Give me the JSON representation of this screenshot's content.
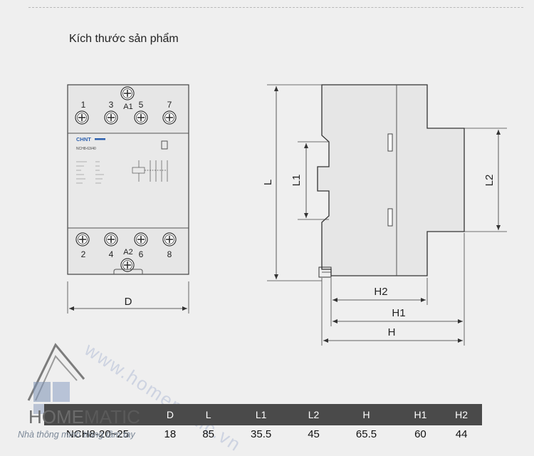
{
  "title": "Kích thước sản phẩm",
  "front_view": {
    "brand": "CHNT",
    "model": "NCH8-63/40",
    "top_terminals": [
      "1",
      "3",
      "5",
      "7"
    ],
    "bottom_terminals": [
      "2",
      "4",
      "6",
      "8"
    ],
    "coil_top": "A1",
    "coil_bottom": "A2",
    "width_dim": "D"
  },
  "side_view": {
    "dims": [
      "L",
      "L1",
      "L2",
      "H2",
      "H1",
      "H"
    ]
  },
  "brand": {
    "name_left": "HOME",
    "name_right": "MATIC",
    "tagline": "Nhà thông minh trong tầm tay",
    "watermark": "www.homematic.vn"
  },
  "spec_table": {
    "headers": [
      "D",
      "L",
      "L1",
      "L2",
      "H",
      "H1",
      "H2"
    ],
    "rows": [
      {
        "model": "NCH8-20~25",
        "values": [
          "18",
          "85",
          "35.5",
          "45",
          "65.5",
          "60",
          "44"
        ]
      }
    ]
  },
  "colors": {
    "background": "#efefef",
    "outline": "#333333",
    "table_header": "#4a4a4a"
  }
}
